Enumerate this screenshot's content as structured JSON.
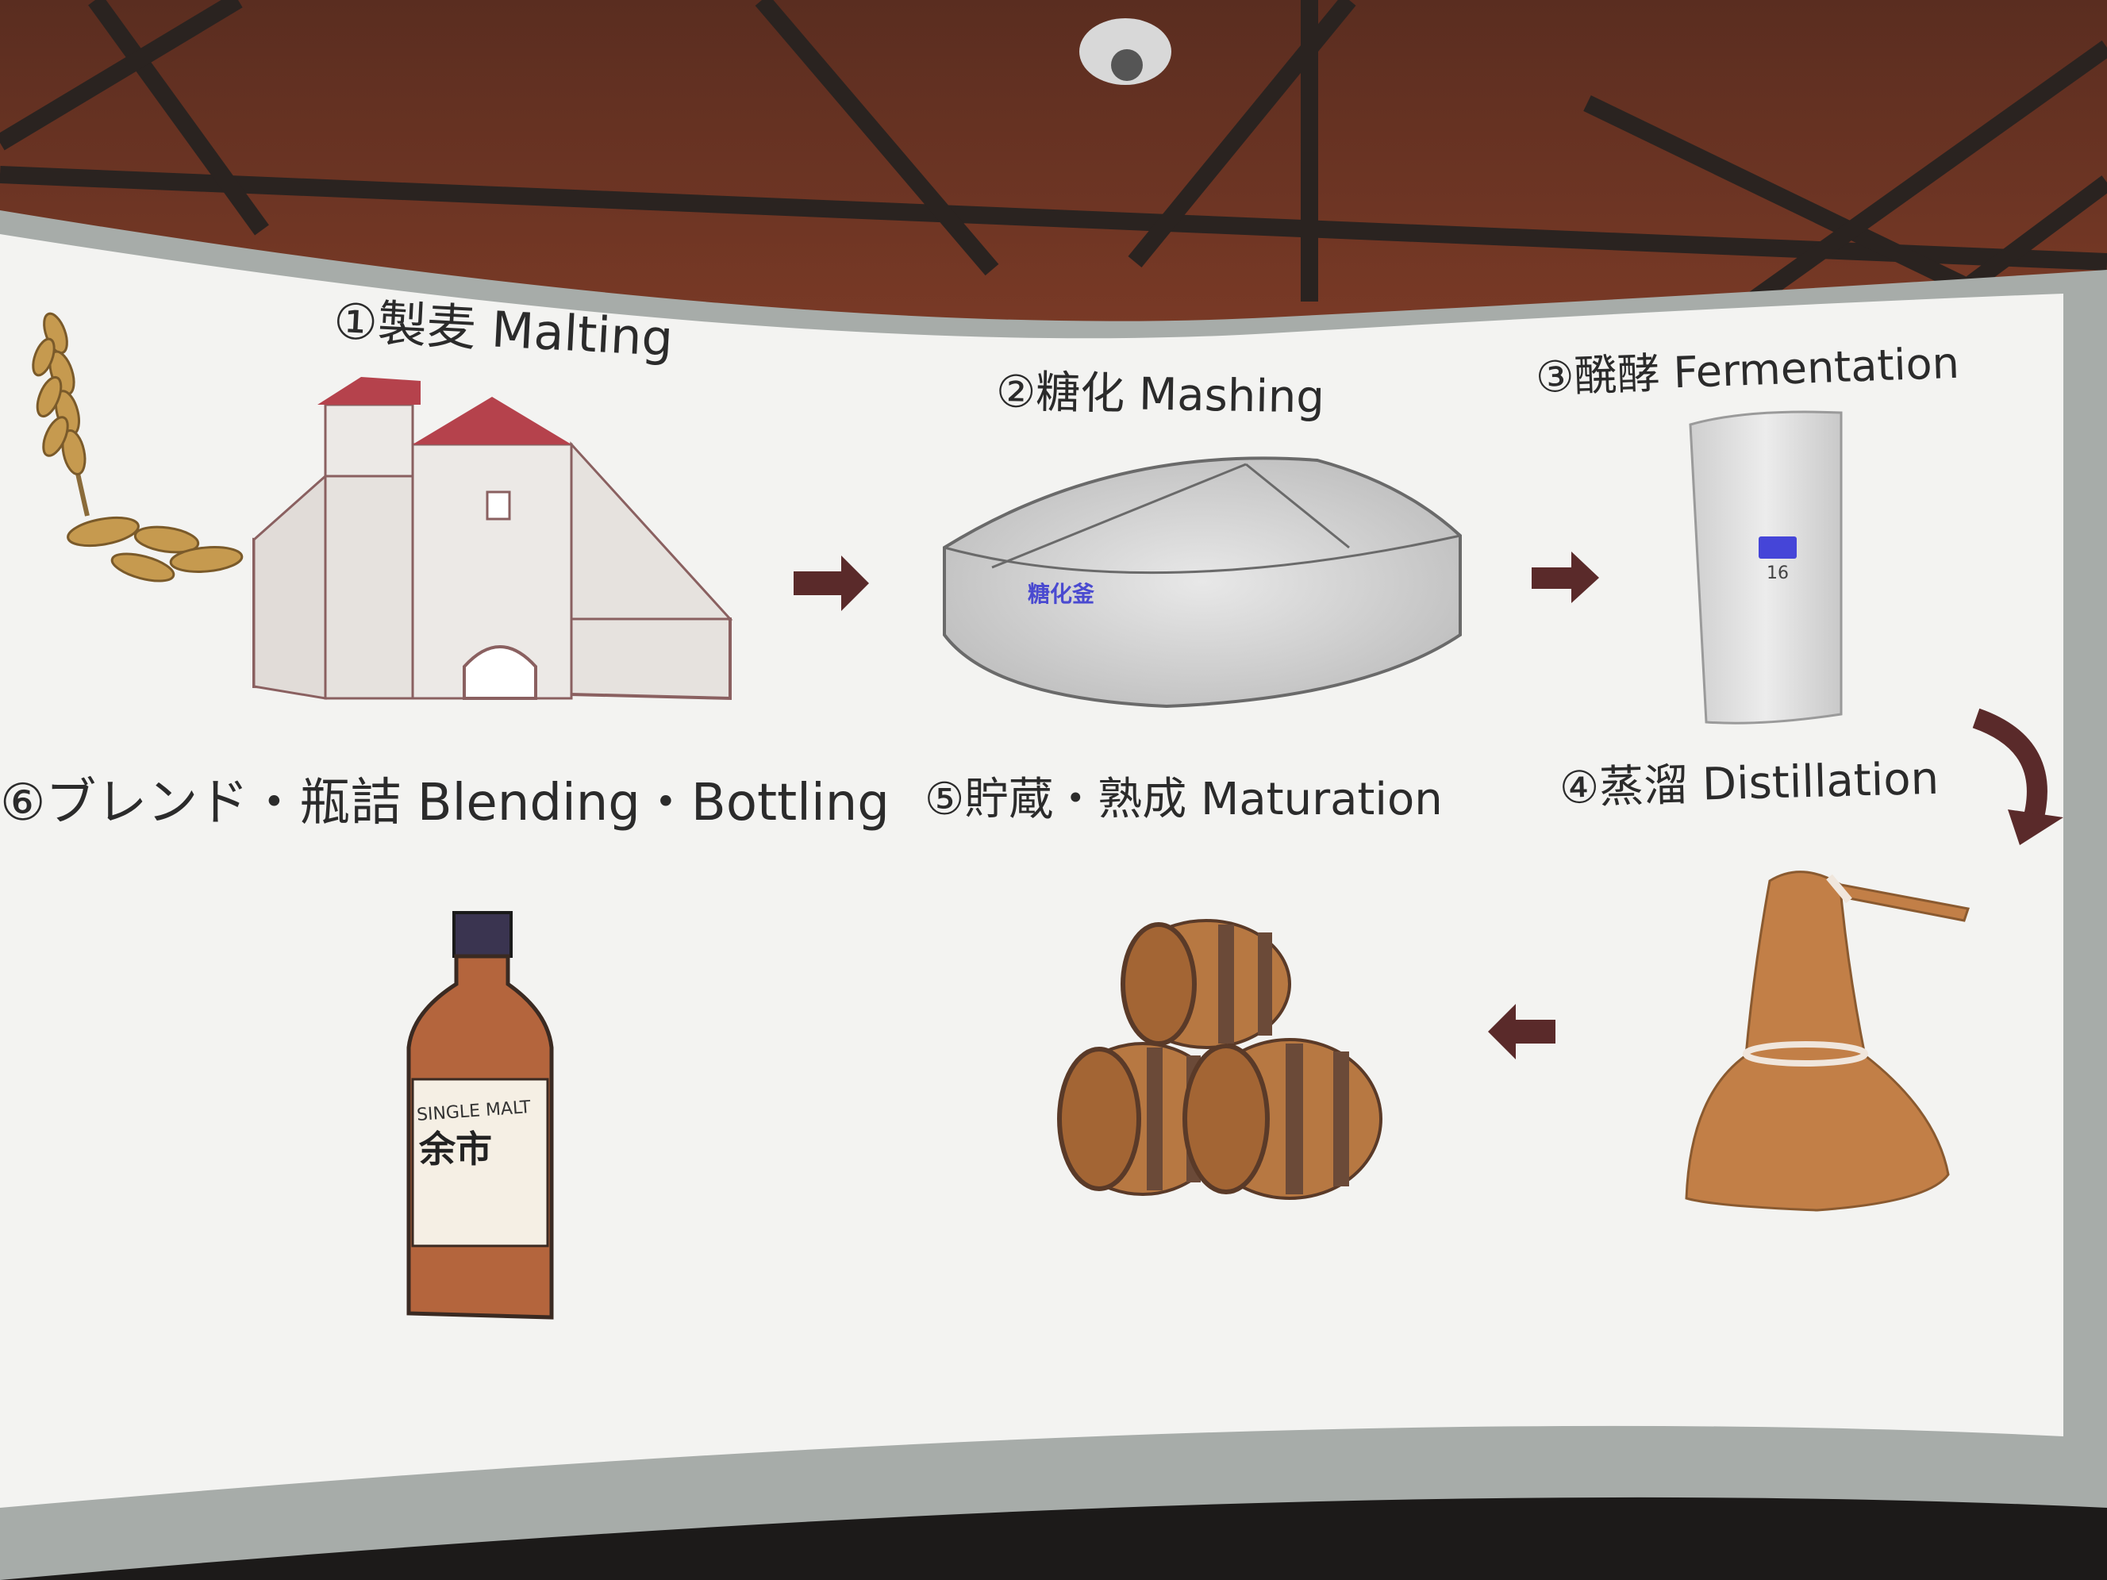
{
  "steps": {
    "malting": "①製麦 Malting",
    "mashing": "②糖化 Mashing",
    "fermentation": "③醗酵 Fermentation",
    "distillation": "④蒸溜 Distillation",
    "maturation": "⑤貯蔵・熟成 Maturation",
    "bottling": "⑥ブレンド・瓶詰 Blending・Bottling"
  },
  "illustrations": {
    "mash_tun_label": "糖化釜",
    "tank_number": "16",
    "bottle_brand": "SINGLE MALT",
    "bottle_name": "余市"
  },
  "colors": {
    "arrow": "#5a2a2a",
    "roof": "#b5424c",
    "copper": "#c27f47",
    "barrel": "#b77842",
    "barrel_band": "#6b4a38",
    "screen": "#f3f3f1"
  },
  "icons": [
    "wheat-icon",
    "malting-house-icon",
    "mash-tun-icon",
    "fermentation-tank-icon",
    "pot-still-icon",
    "barrels-icon",
    "whisky-bottle-icon"
  ]
}
